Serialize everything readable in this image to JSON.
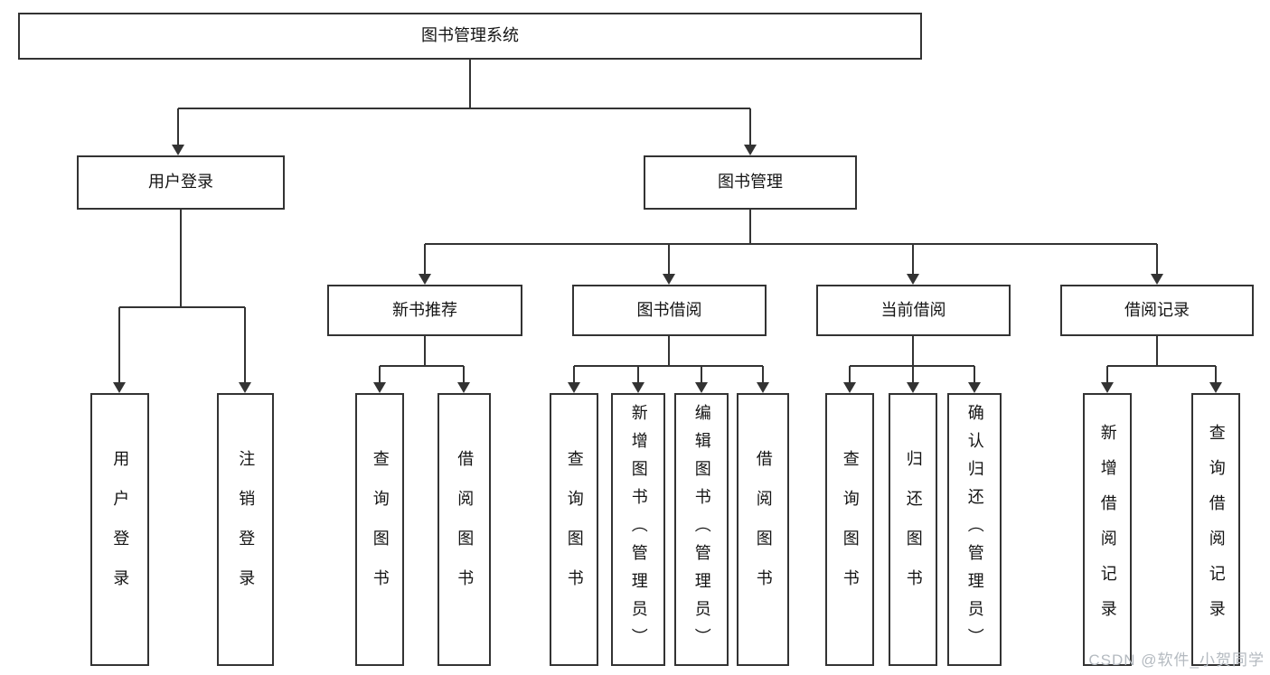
{
  "diagram": {
    "root": {
      "label": "图书管理系统",
      "children": [
        {
          "label": "用户登录",
          "children": [
            {
              "label": "用户登录"
            },
            {
              "label": "注销登录"
            }
          ]
        },
        {
          "label": "图书管理",
          "children": [
            {
              "label": "新书推荐",
              "children": [
                {
                  "label": "查询图书"
                },
                {
                  "label": "借阅图书"
                }
              ]
            },
            {
              "label": "图书借阅",
              "children": [
                {
                  "label": "查询图书"
                },
                {
                  "label": "新增图书（管理员）"
                },
                {
                  "label": "编辑图书（管理员）"
                },
                {
                  "label": "借阅图书"
                }
              ]
            },
            {
              "label": "当前借阅",
              "children": [
                {
                  "label": "查询图书"
                },
                {
                  "label": "归还图书"
                },
                {
                  "label": "确认归还（管理员）"
                }
              ]
            },
            {
              "label": "借阅记录",
              "children": [
                {
                  "label": "新增借阅记录"
                },
                {
                  "label": "查询借阅记录"
                }
              ]
            }
          ]
        }
      ]
    }
  },
  "watermark": {
    "text": "CSDN @软件_小贺同学"
  },
  "colors": {
    "line": "#333333",
    "box_border": "#333333",
    "background": "#ffffff",
    "text": "#141414",
    "watermark": "#b4bac0"
  }
}
